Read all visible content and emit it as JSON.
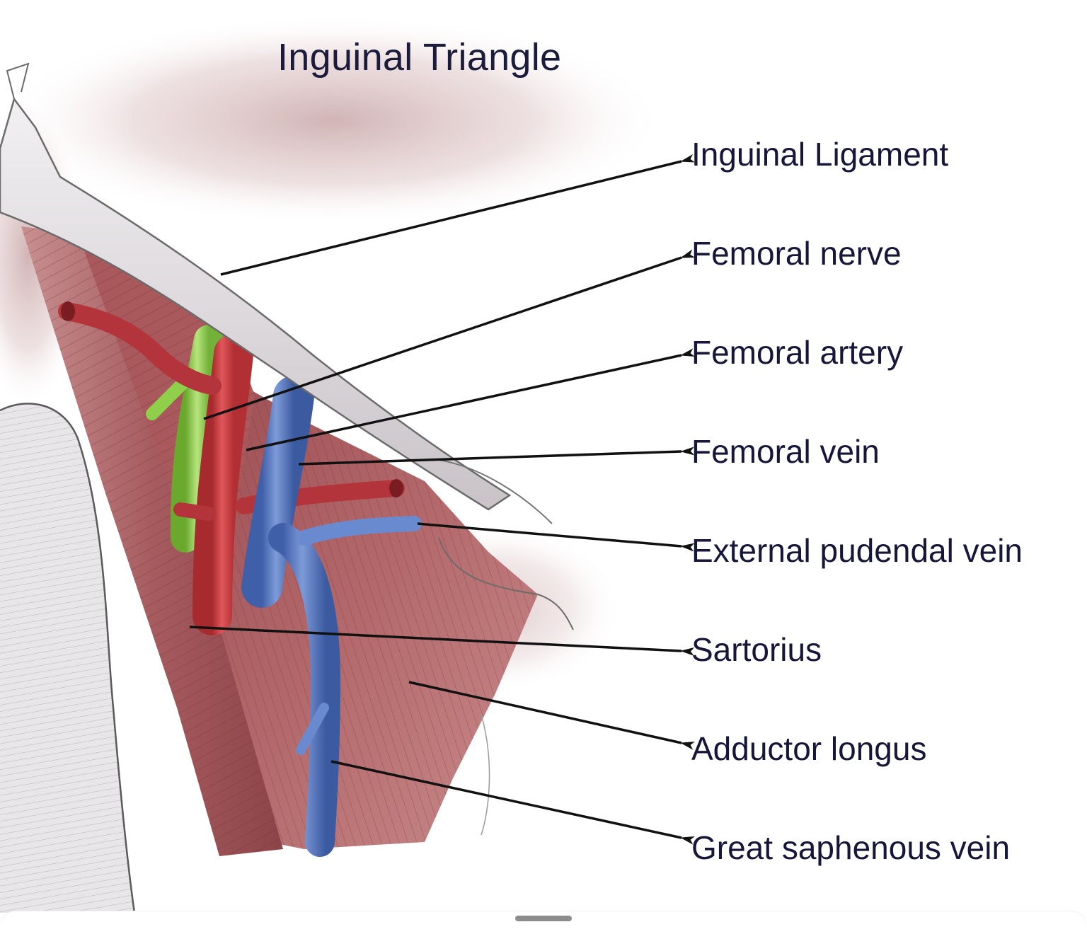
{
  "title": "Inguinal Triangle",
  "labels": [
    {
      "id": "inguinal-ligament",
      "text": "Inguinal Ligament"
    },
    {
      "id": "femoral-nerve",
      "text": "Femoral nerve"
    },
    {
      "id": "femoral-artery",
      "text": "Femoral artery"
    },
    {
      "id": "femoral-vein",
      "text": "Femoral vein"
    },
    {
      "id": "external-pudendal-vein",
      "text": "External pudendal vein"
    },
    {
      "id": "sartorius",
      "text": "Sartorius"
    },
    {
      "id": "adductor-longus",
      "text": "Adductor longus"
    },
    {
      "id": "great-saphenous-vein",
      "text": "Great saphenous vein"
    }
  ],
  "colors": {
    "muscle": "#a85a5e",
    "artery": "#c83a3c",
    "vein": "#5b7fc6",
    "nerve": "#8fcf4a",
    "ligament": "#e6e3e6",
    "text": "#16163a"
  }
}
